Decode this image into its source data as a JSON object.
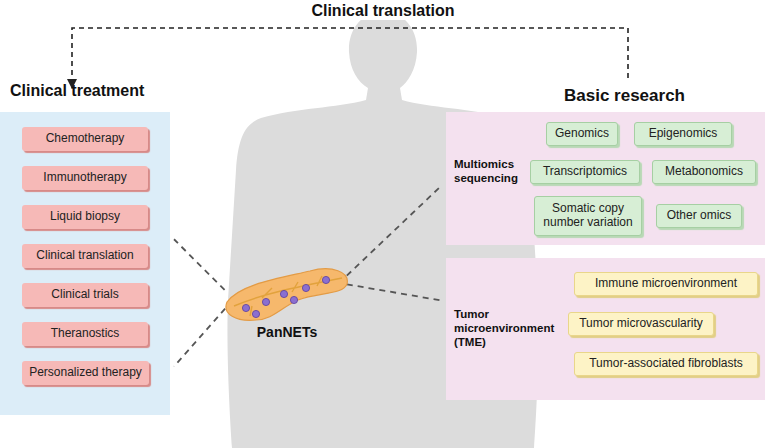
{
  "diagram": {
    "nodes": [
      {
        "text": [
          "Clinical treatment"
        ]
      },
      {
        "text": [
          "Chemotherapy"
        ],
        "in": 0
      },
      {
        "text": [
          "Immunotherapy"
        ],
        "in": 0
      },
      {
        "text": [
          "Liquid biopsy"
        ],
        "in": 0
      },
      {
        "text": [
          "Clinical translation"
        ],
        "in": 0
      },
      {
        "text": [
          "Clinical trials"
        ],
        "in": 0
      },
      {
        "text": [
          "Theranostics"
        ],
        "in": 0
      },
      {
        "text": [
          "Personalized therapy"
        ],
        "in": 0
      },
      {
        "text": [
          "Multiomics sequencing"
        ]
      },
      {
        "text": [
          "Genomics"
        ],
        "in": 8
      },
      {
        "text": [
          "Epigenomics"
        ],
        "in": 8
      },
      {
        "text": [
          "Transcriptomics"
        ],
        "in": 8
      },
      {
        "text": [
          "Metabonomics"
        ],
        "in": 8
      },
      {
        "text": [
          "Somatic copy number variation"
        ],
        "in": 8
      },
      {
        "text": [
          "Other omics"
        ],
        "in": 8
      },
      {
        "text": [
          "Tumor microenvironment (TME)"
        ]
      },
      {
        "text": [
          "Immune microenvironment"
        ],
        "in": 15
      },
      {
        "text": [
          "Tumor microvascularity"
        ],
        "in": 15
      },
      {
        "text": [
          "Tumor-associated fibroblasts"
        ],
        "in": 15
      },
      {
        "text": [
          "PanNETs"
        ]
      }
    ],
    "edges": [
      {
        "from": 19,
        "to": 0,
        "arrow": "none"
      },
      {
        "from": 19,
        "to": 0,
        "arrow": "none"
      },
      {
        "from": 19,
        "to": 8,
        "arrow": "none"
      },
      {
        "from": 19,
        "to": 15,
        "arrow": "none"
      }
    ],
    "labels": [
      "Clinical translation",
      "Basic research"
    ]
  }
}
